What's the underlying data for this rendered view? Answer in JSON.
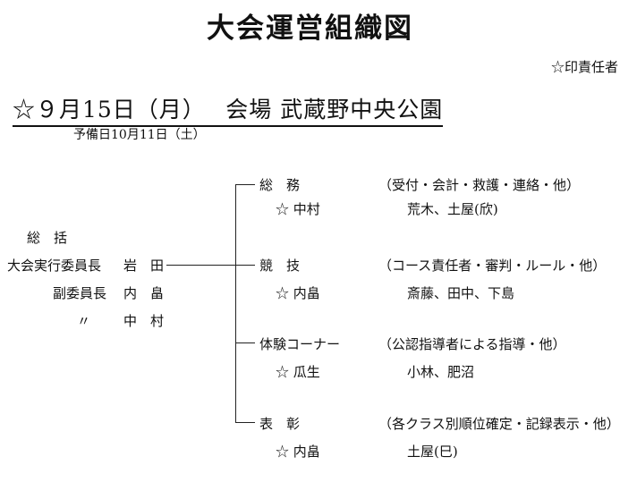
{
  "title": "大会運営組織図",
  "responsibility_note": "☆印責任者",
  "event": {
    "line": "☆９月15日（月）　 会場 武蔵野中央公園",
    "rain_date": "予備日10月11日（土）"
  },
  "leadership": {
    "heading": "総　括",
    "chair_role": "大会実行委員長",
    "chair_name": "岩　田",
    "vice_role": "副委員長",
    "vice_name": "内　畠",
    "ditto_mark": "〃",
    "vice2_name": "中　村"
  },
  "divisions": [
    {
      "name": "総　務",
      "leader": "☆ 中村",
      "duties": "（受付・会計・救護・連絡・他）",
      "members": "荒木、土屋(欣)"
    },
    {
      "name": "競　技",
      "leader": "☆ 内畠",
      "duties": "（コース責任者・審判・ルール・他）",
      "members": "斎藤、田中、下島"
    },
    {
      "name": "体験コーナー",
      "leader": "☆ 瓜生",
      "duties": "（公認指導者による指導・他）",
      "members": "小林、肥沼"
    },
    {
      "name": "表　彰",
      "leader": "☆ 内畠",
      "duties": "（各クラス別順位確定・記録表示・他）",
      "members": "土屋(巳)"
    }
  ]
}
